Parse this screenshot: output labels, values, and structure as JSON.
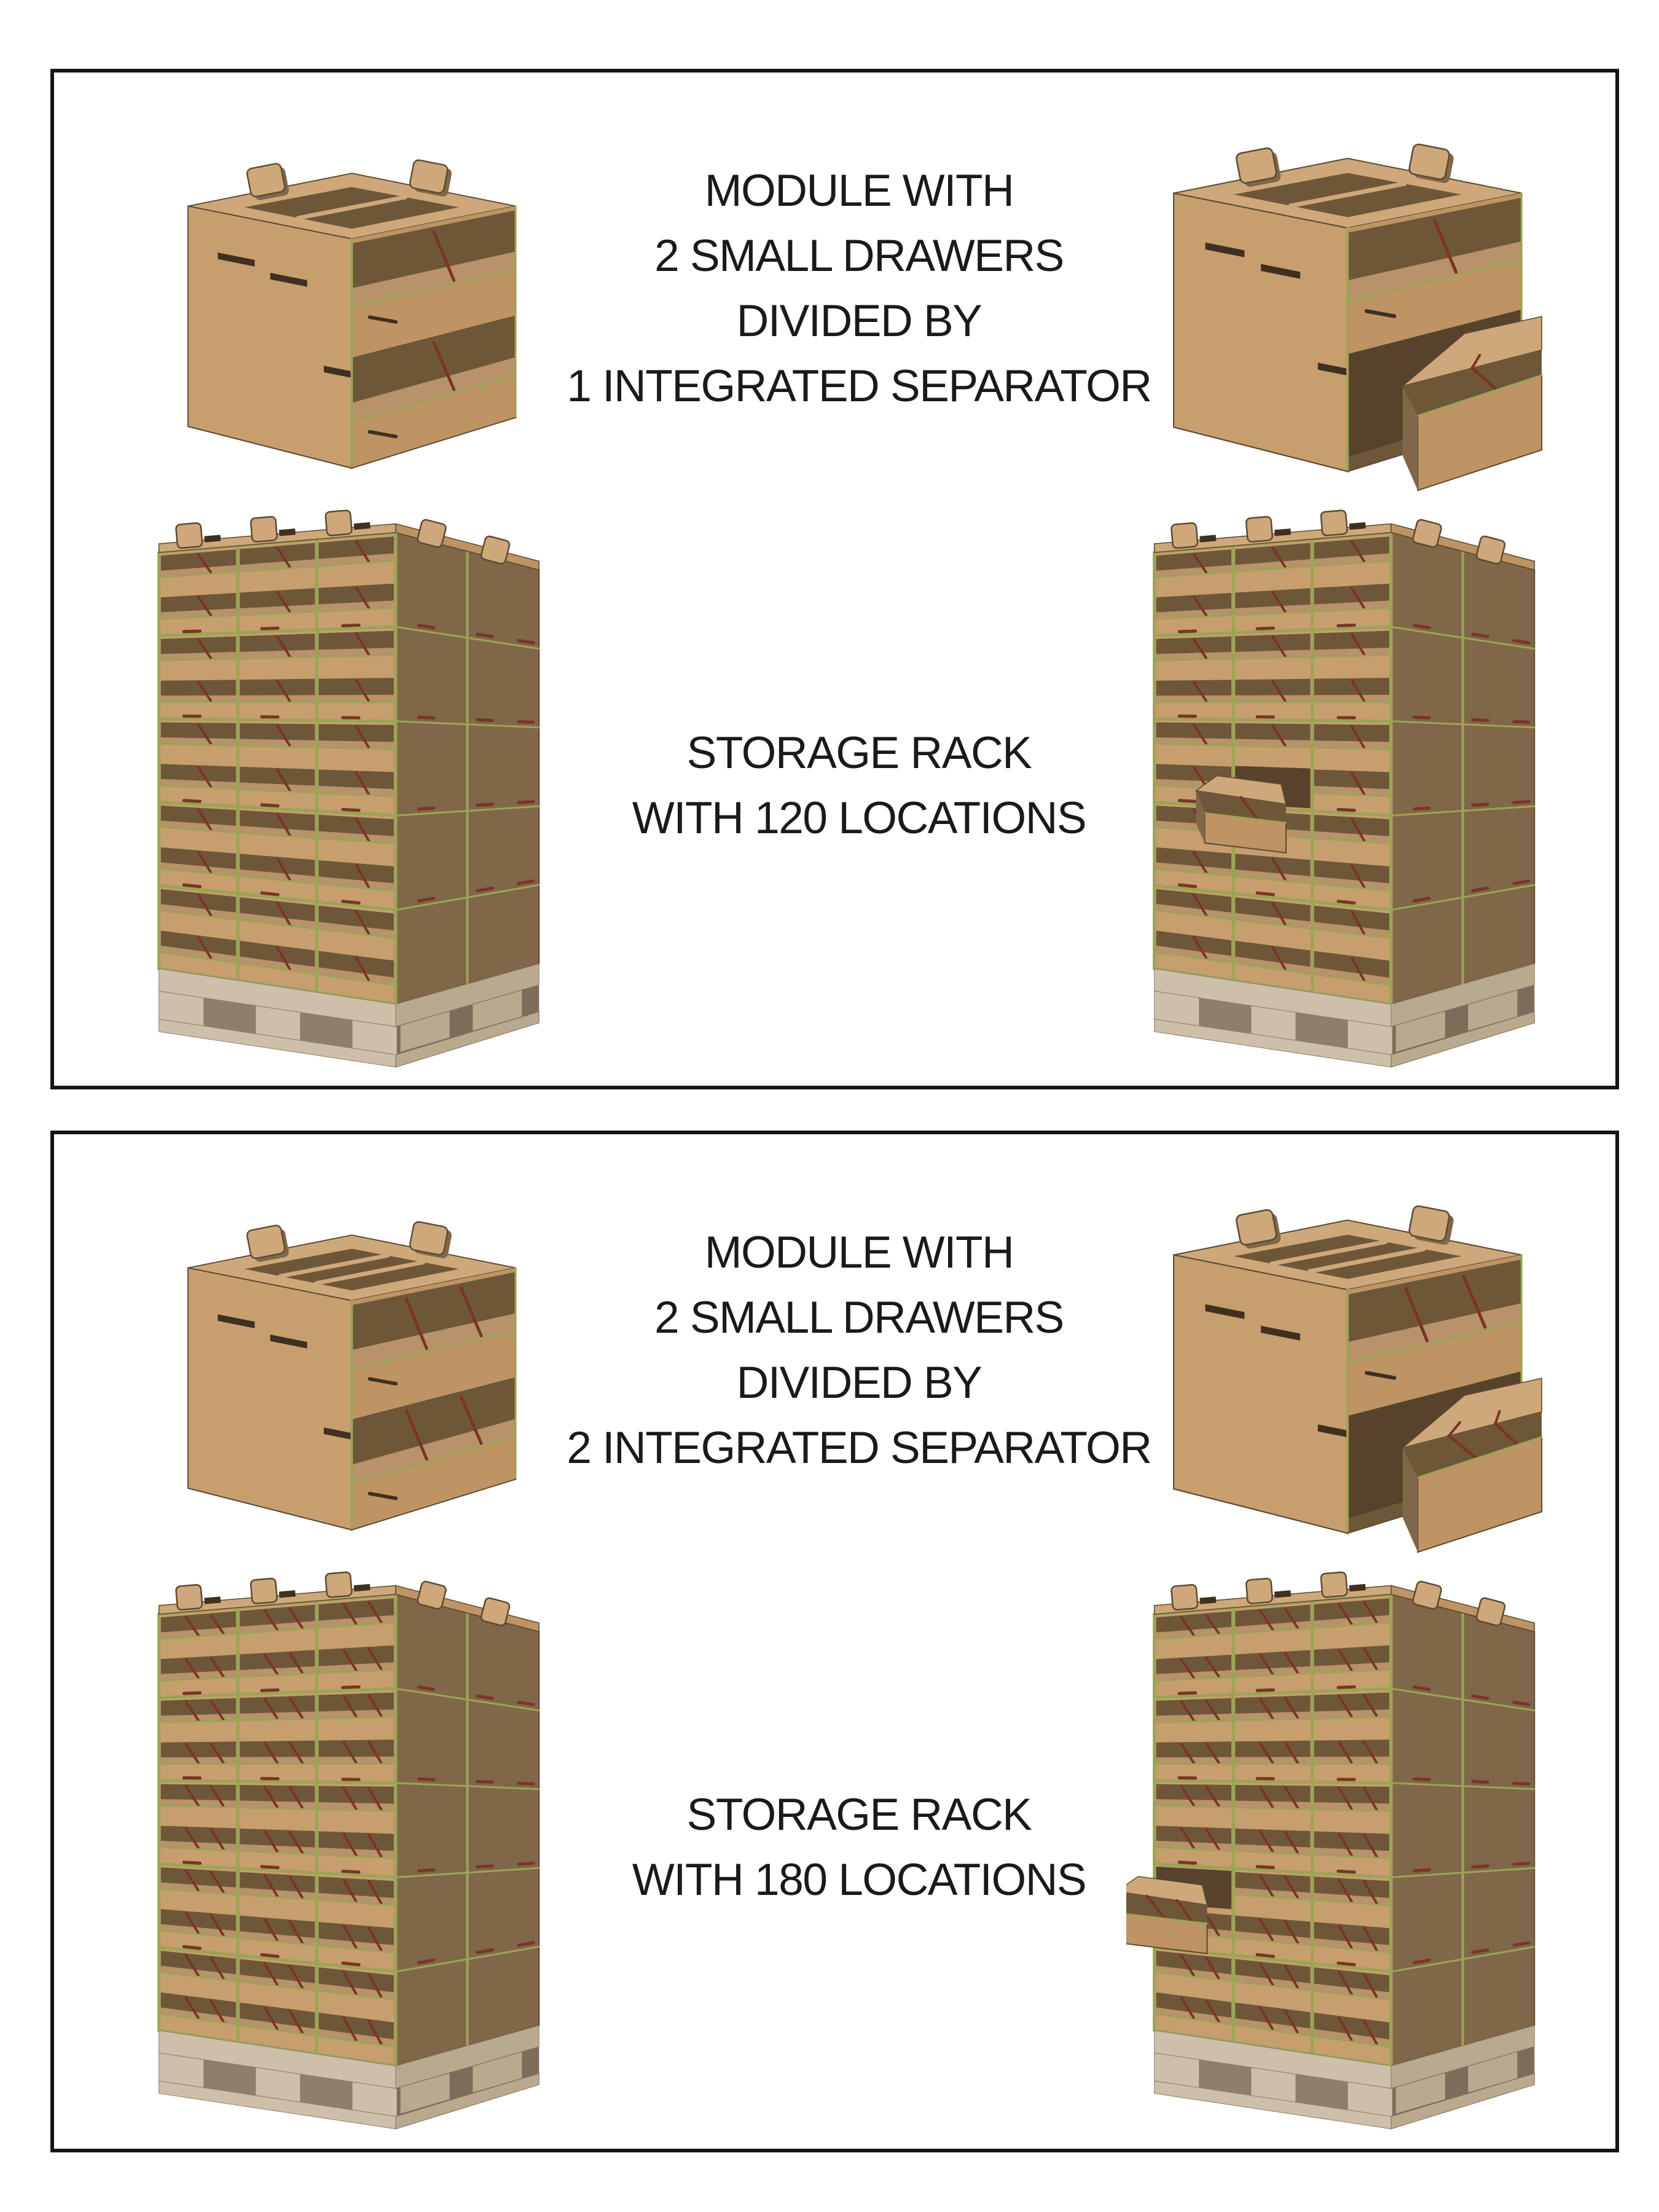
{
  "colors": {
    "background": "#FFFFFF",
    "panel_border": "#151515",
    "text": "#1A1A1A",
    "cardboard": "#C79E6E",
    "top_face": "#CEA87A",
    "front_face": "#BE9464",
    "side_face": "#806749",
    "interior": "#6E5738",
    "interior_deep": "#57432C",
    "floor": "#B7926A",
    "edge_green": "#9BA455",
    "accent_red": "#7A3526",
    "outline": "#5E4A31",
    "slot_dark": "#3F3020",
    "pallet_light": "#CDBFA9",
    "pallet_mid": "#B9A98F",
    "pallet_shadow": "#8F7E68",
    "pallet_shadow2": "#7C6C59"
  },
  "panels": [
    {
      "module_caption": {
        "lines": [
          "MODULE WITH",
          "2 SMALL DRAWERS",
          "DIVIDED BY",
          "1 INTEGRATED SEPARATOR"
        ]
      },
      "rack_caption": {
        "lines": [
          "STORAGE RACK",
          "WITH 120 LOCATIONS"
        ]
      },
      "module": {
        "drawers": 2,
        "separators": 1
      },
      "rack": {
        "locations": 120
      }
    },
    {
      "module_caption": {
        "lines": [
          "MODULE WITH",
          "2 SMALL DRAWERS",
          "DIVIDED BY",
          "2 INTEGRATED SEPARATOR"
        ]
      },
      "rack_caption": {
        "lines": [
          "STORAGE RACK",
          "WITH 180 LOCATIONS"
        ]
      },
      "module": {
        "drawers": 2,
        "separators": 2
      },
      "rack": {
        "locations": 180
      }
    }
  ]
}
